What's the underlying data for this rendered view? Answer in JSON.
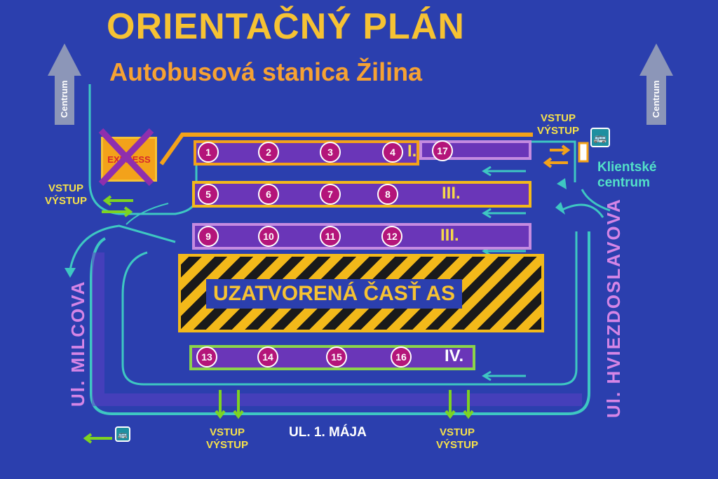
{
  "header": {
    "title": "ORIENTAČNÝ PLÁN",
    "subtitle": "Autobusová stanica Žilina"
  },
  "centrum_label": "Centrum",
  "express_label": "EXPRESS",
  "platforms": [
    {
      "roman": "I.",
      "stands": [
        "1",
        "2",
        "3",
        "4"
      ],
      "extra_stand": "17",
      "color": "#f3a21a"
    },
    {
      "roman": "III.",
      "stands": [
        "5",
        "6",
        "7",
        "8"
      ],
      "color": "#f3b91a"
    },
    {
      "roman": "III.",
      "stands": [
        "9",
        "10",
        "11",
        "12"
      ],
      "color": "#c58be0"
    },
    {
      "roman": "IV.",
      "stands": [
        "13",
        "14",
        "15",
        "16"
      ],
      "color": "#8bd44a"
    }
  ],
  "closed_area": "UZATVORENÁ ČASŤ AS",
  "entries": {
    "top_right": "VSTUP\nVÝSTUP",
    "left": "VSTUP\nVÝSTUP",
    "bottom_left": "VSTUP\nVÝSTUP",
    "bottom_right": "VSTUP\nVÝSTUP"
  },
  "client_center": "Klientské\ncentrum",
  "streets": {
    "left": "Ul. MILCOVA",
    "right": "Ul. HVIEZDOSLAVOVA",
    "bottom": "UL. 1. MÁJA"
  },
  "icons": {
    "bus": "bus-icon",
    "cross": "cross-icon"
  },
  "colors": {
    "background": "#2b3fae",
    "road": "#3ec7c2",
    "entry_arrow": "#7ed321",
    "title": "#f6c233"
  }
}
